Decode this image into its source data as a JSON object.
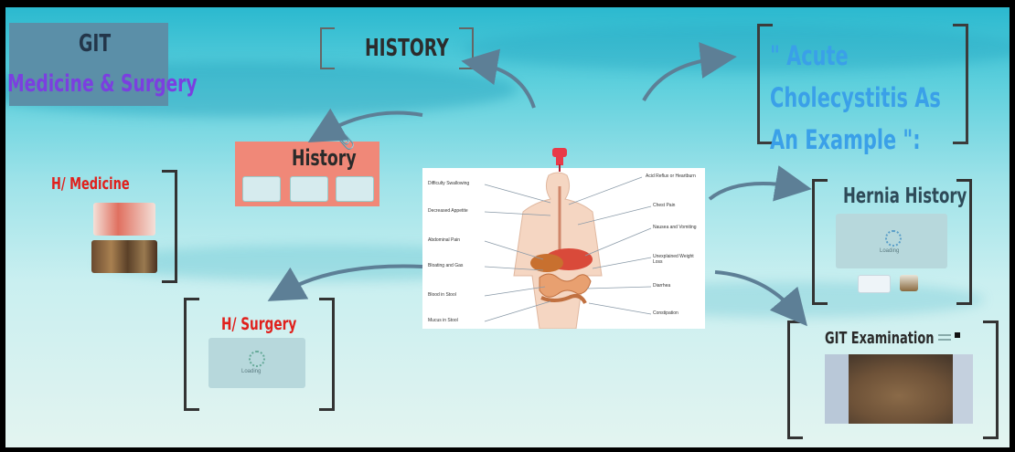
{
  "topic": {
    "title": "GIT",
    "subtitle": "Medicine & Surgery"
  },
  "frames": {
    "history_header": "HISTORY",
    "example": "\" Acute Cholecystitis As An Example \":",
    "history_card": "History",
    "medicine": "H/ Medicine",
    "surgery": "H/ Surgery",
    "hernia": "Hernia History",
    "exam": "GIT Examination"
  },
  "diagram_labels": {
    "left": [
      "Difficulty Swallowing",
      "Decreased Appetite",
      "Abdominal Pain",
      "Bloating and Gas",
      "Blood in Stool",
      "Mucus in Stool"
    ],
    "right": [
      "Acid Reflux or Heartburn",
      "Chest Pain",
      "Nausea and Vomiting",
      "Unexplained Weight Loss",
      "Diarrhea",
      "Constipation"
    ]
  },
  "loading": "Loading",
  "colors": {
    "header_box": "#5b8fa8",
    "subtitle": "#7b3fe0",
    "red_label": "#e0201c",
    "salmon_card": "#f08878",
    "example_text": "#3aa0e8",
    "arrow": "#5d7f96"
  }
}
